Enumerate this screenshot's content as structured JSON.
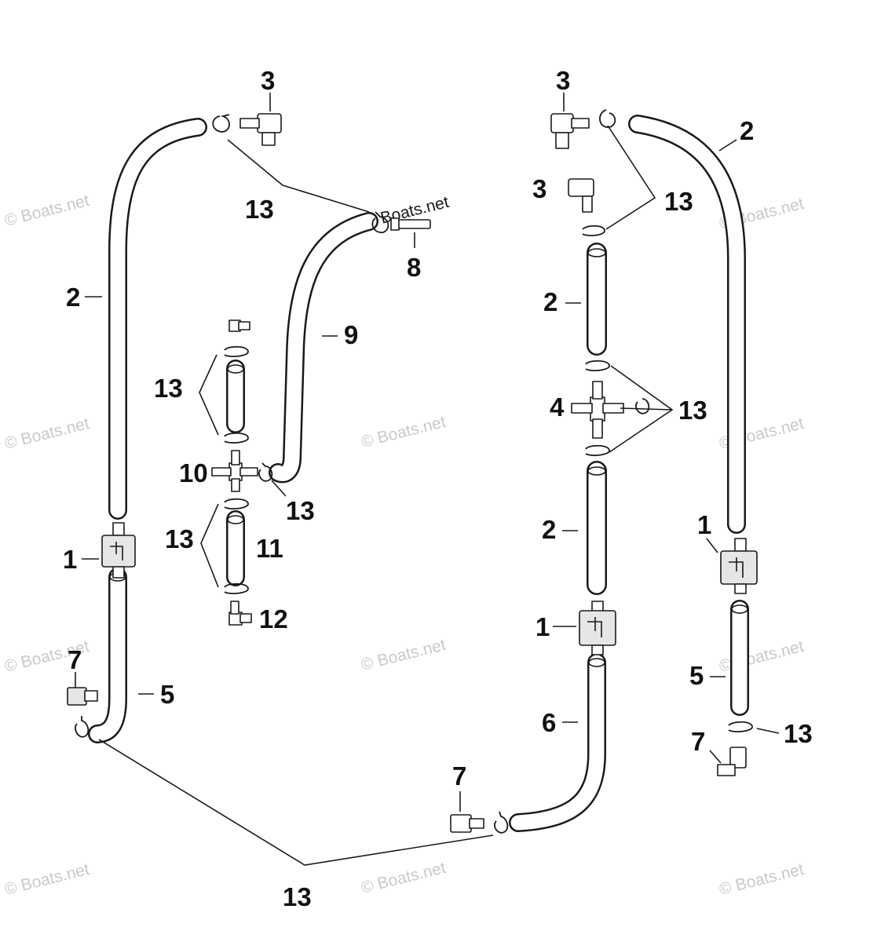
{
  "watermark": "© Boats.net",
  "callouts": {
    "c1": "1",
    "c2": "2",
    "c3": "3",
    "c4": "4",
    "c5": "5",
    "c6": "6",
    "c7": "7",
    "c8": "8",
    "c9": "9",
    "c10": "10",
    "c11": "11",
    "c12": "12",
    "c13": "13"
  }
}
